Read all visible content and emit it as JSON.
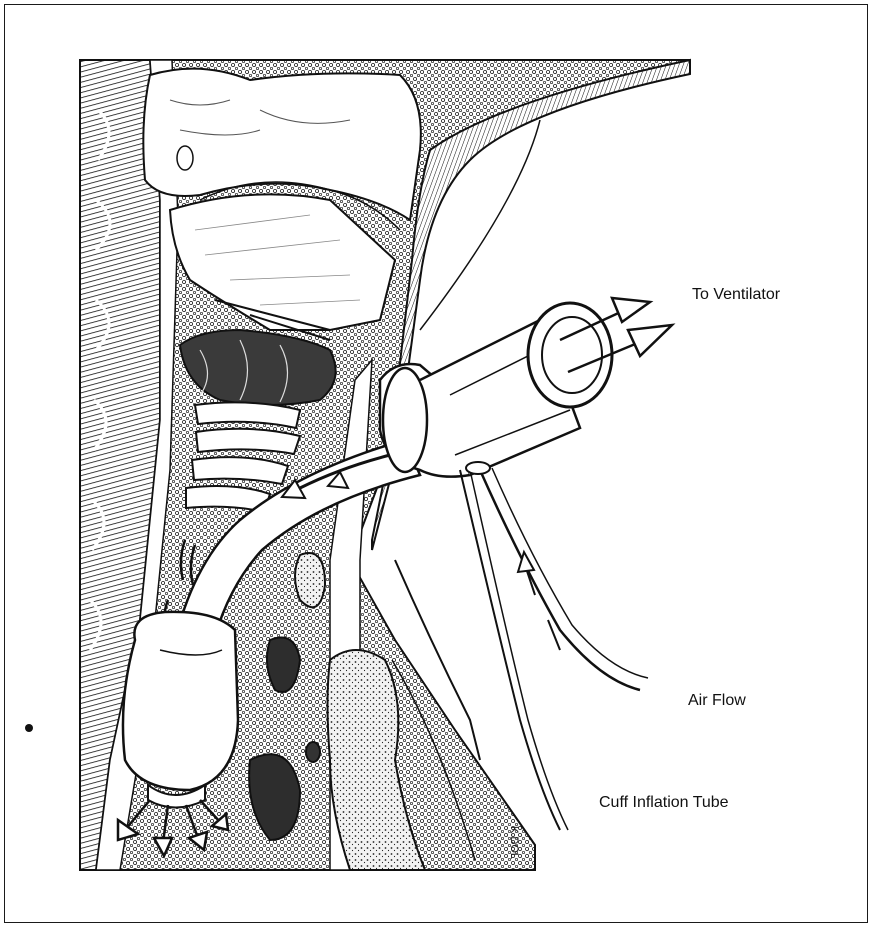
{
  "labels": {
    "to_ventilator": "To Ventilator",
    "air_flow": "Air Flow",
    "cuff_inflation_tube": "Cuff Inflation Tube"
  },
  "signature": "K.DOL",
  "colors": {
    "ink": "#111111",
    "paper": "#ffffff",
    "tissue": "#d9d9d9"
  }
}
